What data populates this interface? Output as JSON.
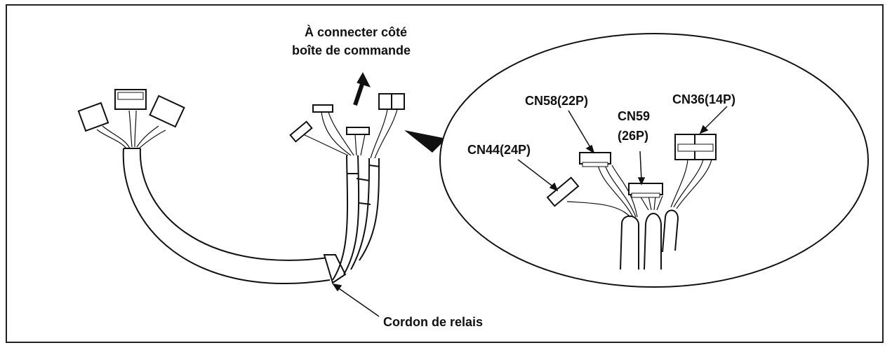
{
  "labels": {
    "top_line1": "À connecter côté",
    "top_line2": "boîte de commande",
    "cn58": "CN58(22P)",
    "cn59_line1": "CN59",
    "cn59_line2": "(26P)",
    "cn36": "CN36(14P)",
    "cn44": "CN44(24P)",
    "cordon": "Cordon de relais"
  }
}
